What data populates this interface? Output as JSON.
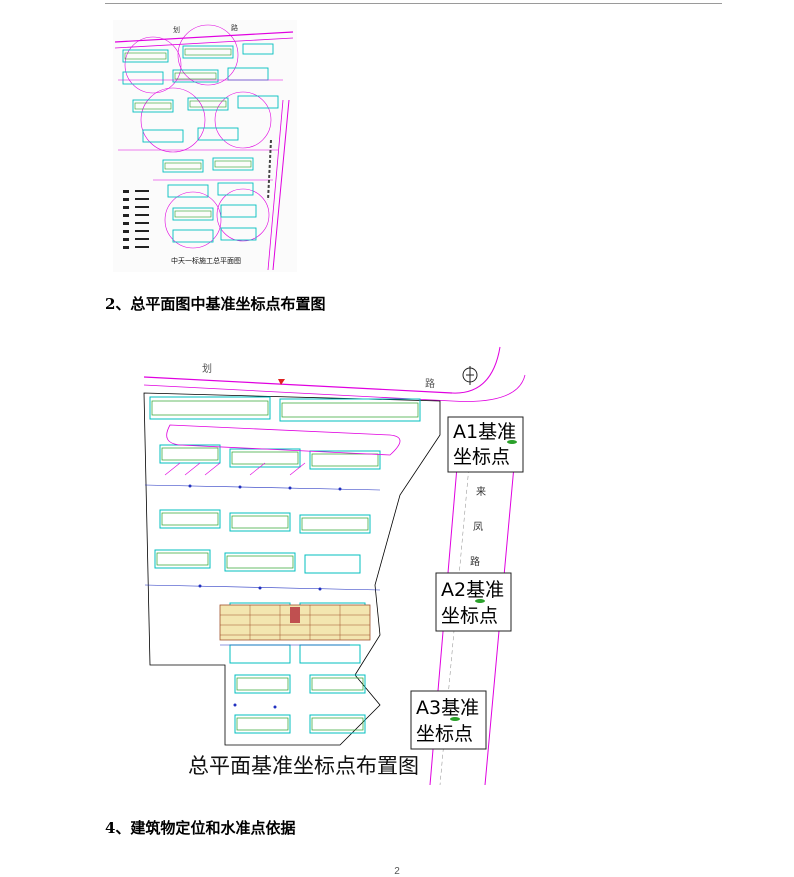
{
  "headings": {
    "section2": "2、总平面图中基准坐标点布置图",
    "section4": "4、建筑物定位和水准点依据"
  },
  "small_plan": {
    "caption": "中天一标施工总平面图",
    "road_chars": [
      "划",
      "路"
    ]
  },
  "large_plan": {
    "caption": "总平面基准坐标点布置图",
    "top_road": [
      "划",
      "路"
    ],
    "side_road": [
      "来",
      "凤",
      "路"
    ],
    "markers": [
      {
        "id": "A1",
        "line1": "A1基准",
        "line2": "坐标点"
      },
      {
        "id": "A2",
        "line1": "A2基准",
        "line2": "坐标点"
      },
      {
        "id": "A3",
        "line1": "A3基准",
        "line2": "坐标点"
      }
    ]
  },
  "colors": {
    "magenta": "#e000e0",
    "cyan": "#00bfbf",
    "green": "#2aa02a",
    "blue": "#2030c0",
    "red": "#e02020"
  },
  "page_number": "2"
}
